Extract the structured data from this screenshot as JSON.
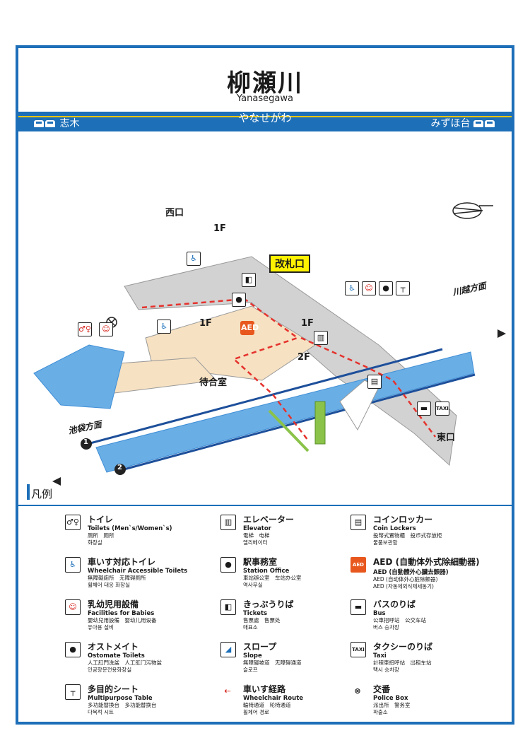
{
  "header": {
    "station_name": "柳瀬川",
    "romaji": "Yanasegawa",
    "kana": "やなせがわ",
    "prev_station": "志木",
    "next_station": "みずほ台"
  },
  "map": {
    "west_exit": "西口",
    "east_exit": "東口",
    "gate": "改札口",
    "floor_1f_a": "1F",
    "floor_1f_b": "1F",
    "floor_1f_c": "1F",
    "floor_2f": "2F",
    "waiting_room": "待合室",
    "dir_kawagoe": "川越方面",
    "dir_ikebukuro": "池袋方面",
    "track_1": "1",
    "track_2": "2",
    "aed_label": "AED",
    "taxi_label": "TAXI"
  },
  "legend": {
    "heading": "凡例",
    "items": [
      {
        "icon": "toilet-icon",
        "ja": "トイレ",
        "en": "Toilets (Men`s/Women`s)",
        "zh": "厕所　厕所",
        "ko": "화장실"
      },
      {
        "icon": "wheelchair-toilet-icon",
        "ja": "車いす対応トイレ",
        "en": "Wheelchair Accessible Toilets",
        "zh": "無障礙廁所　无障碍厕所",
        "ko": "휠체어 대응 화장실"
      },
      {
        "icon": "baby-icon",
        "ja": "乳幼児用設備",
        "en": "Facilities for Babies",
        "zh": "嬰幼兒用設備　婴幼儿用设备",
        "ko": "유아용 설비"
      },
      {
        "icon": "ostomate-icon",
        "ja": "オストメイト",
        "en": "Ostomate Toilets",
        "zh": "人工肛門洗盆　人工肛门污物盆",
        "ko": "인공항문전용화장실"
      },
      {
        "icon": "table-icon",
        "ja": "多目的シート",
        "en": "Multipurpose Table",
        "zh": "多功能替換台　多功能替换台",
        "ko": "다목적 시트"
      },
      {
        "icon": "elevator-icon",
        "ja": "エレベーター",
        "en": "Elevator",
        "zh": "電梯　电梯",
        "ko": "엘리베이터"
      },
      {
        "icon": "station-office-icon",
        "ja": "駅事務室",
        "en": "Station Office",
        "zh": "車站辦公室　车站办公室",
        "ko": "역사무실"
      },
      {
        "icon": "ticket-icon",
        "ja": "きっぷうりば",
        "en": "Tickets",
        "zh": "售票處　售票处",
        "ko": "매표소"
      },
      {
        "icon": "slope-icon",
        "ja": "スロープ",
        "en": "Slope",
        "zh": "無障礙坡道　无障碍通道",
        "ko": "슬로프"
      },
      {
        "icon": "wheelchair-route-icon",
        "ja": "車いす経路",
        "en": "Wheelchair Route",
        "zh": "輪椅通道　轮椅通道",
        "ko": "휠체어 경로"
      },
      {
        "icon": "locker-icon",
        "ja": "コインロッカー",
        "en": "Coin Lockers",
        "zh": "投幣式置物櫃　投币式存放柜",
        "ko": "물품보관함"
      },
      {
        "icon": "aed-icon",
        "ja": "AED (自動体外式除細動器)",
        "en": "AED (自動體外心臟去顫器)",
        "zh": "AED (自动体外心脏除颤器)",
        "ko": "AED (자동체외식제세동기)"
      },
      {
        "icon": "bus-icon",
        "ja": "バスのりば",
        "en": "Bus",
        "zh": "公車招呼站　公交车站",
        "ko": "버스 승차장"
      },
      {
        "icon": "taxi-icon",
        "ja": "タクシーのりば",
        "en": "Taxi",
        "zh": "計程車招呼站　出租车站",
        "ko": "택시 승차장"
      },
      {
        "icon": "police-box-icon",
        "ja": "交番",
        "en": "Police Box",
        "zh": "派出所　警务室",
        "ko": "파출소"
      }
    ]
  },
  "colors": {
    "brand_blue": "#1d6fb8",
    "accent_yellow": "#f2c500",
    "track_blue": "#3f8fd6",
    "route_red": "#e5322d",
    "concourse": "#f6e1c2",
    "platform_grey": "#d2d2d2"
  }
}
